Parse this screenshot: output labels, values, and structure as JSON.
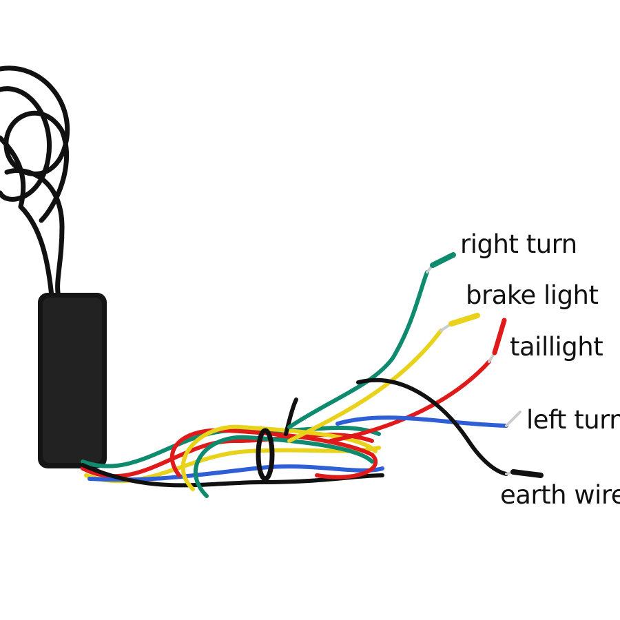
{
  "labels": {
    "right_turn": "right turn",
    "brake_light": "brake light",
    "taillight": "taillight",
    "left_turn": "left turn",
    "earth_wire": "earth wire"
  },
  "wire_colors": {
    "right_turn": "#0e8a6e",
    "brake_light": "#e8d21a",
    "taillight": "#e01a1a",
    "left_turn": "#2e5fd6",
    "earth_wire": "#111111"
  }
}
